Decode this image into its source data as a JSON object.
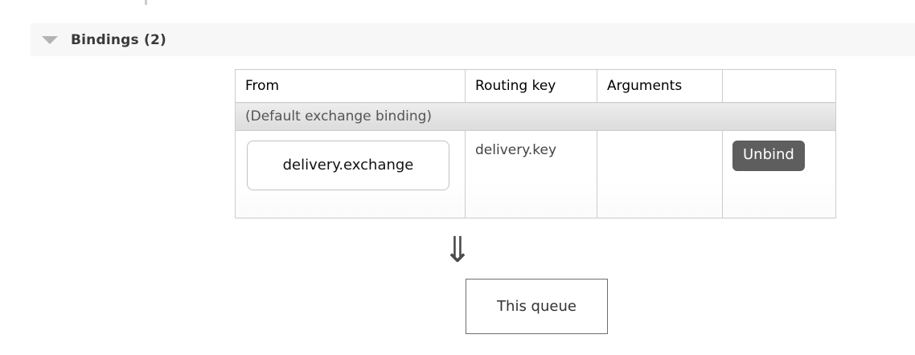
{
  "section": {
    "title": "Bindings (2)",
    "caret_icon": "caret-down-icon",
    "expanded": true,
    "header_bg": "#f7f7f7"
  },
  "table": {
    "columns": [
      "From",
      "Routing key",
      "Arguments",
      ""
    ],
    "subheader_row": "(Default exchange binding)",
    "rows": [
      {
        "from": "delivery.exchange",
        "routing_key": "delivery.key",
        "arguments": "",
        "action_label": "Unbind"
      }
    ]
  },
  "flow": {
    "arrow_glyph": "⇓",
    "target_label": "This queue"
  },
  "colors": {
    "header_bar": "#f7f7f7",
    "table_border": "#cccccc",
    "subrow_bg": "#e6e6e6",
    "button_bg": "#5e5e5e",
    "button_text": "#ffffff",
    "caret": "#b3b3b3"
  }
}
